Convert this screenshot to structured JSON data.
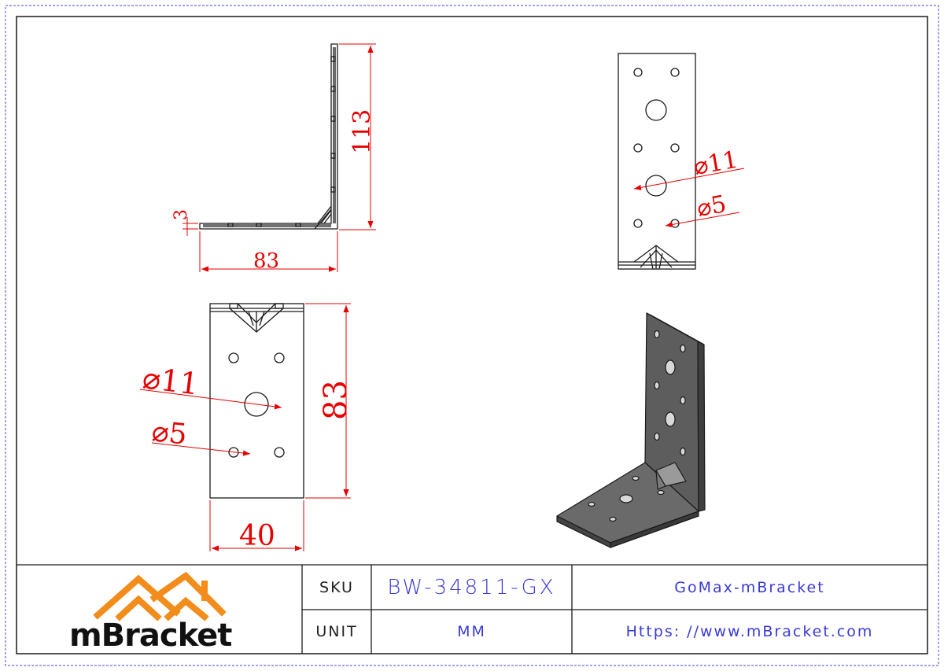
{
  "drawing": {
    "side_view": {
      "height_dim": "113",
      "width_dim": "83",
      "thickness_dim": "3"
    },
    "top_view": {
      "hole_large_dim": "⌀11",
      "hole_small_dim": "⌀5"
    },
    "front_view": {
      "hole_large_dim": "⌀11",
      "hole_small_dim": "⌀5",
      "height_dim": "83",
      "width_dim": "40"
    }
  },
  "title_block": {
    "logo_text": "mBracket",
    "sku_label": "SKU",
    "sku_value": "BW-34811-GX",
    "unit_label": "UNIT",
    "unit_value": "MM",
    "company": "GoMax-mBracket",
    "website": "Https: //www.mBracket.com"
  },
  "colors": {
    "dimension": "#e60000",
    "outline": "#1a1a1a",
    "title_text": "#3a3ad6",
    "border": "#5b5bd6",
    "logo_orange": "#f28c1a"
  }
}
